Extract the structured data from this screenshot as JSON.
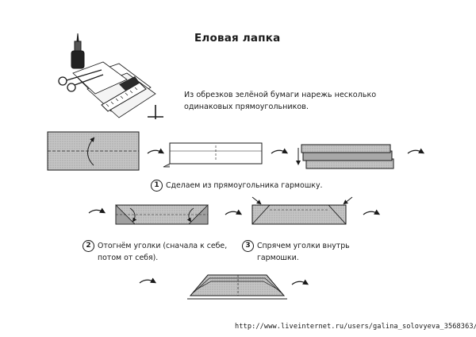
{
  "title": "Еловая лапка",
  "intro": [
    "Из обрезков зелёной бумаги нарежь несколько",
    "одинаковых прямоугольников."
  ],
  "steps": [
    {
      "number": "1",
      "text": [
        "Сделаем из прямоугольника гармошку."
      ]
    },
    {
      "number": "2",
      "text": [
        "Отогнём уголки (сначала к себе,",
        "потом от себя)."
      ]
    },
    {
      "number": "3",
      "text": [
        "Спрячем уголки внутрь",
        "гармошки."
      ]
    }
  ],
  "footer_url": "http://www.liveinternet.ru/users/galina_solovyeva_3568363/",
  "icons": [
    "glue-bottle-icon",
    "scissors-icon",
    "ruler-icon",
    "paper-sheets-icon",
    "fold-arrow-icon"
  ],
  "colors": {
    "paper_gray": "#b9b9b9",
    "paper_dark": "#8a8a8a",
    "ink": "#1a1a1a"
  }
}
